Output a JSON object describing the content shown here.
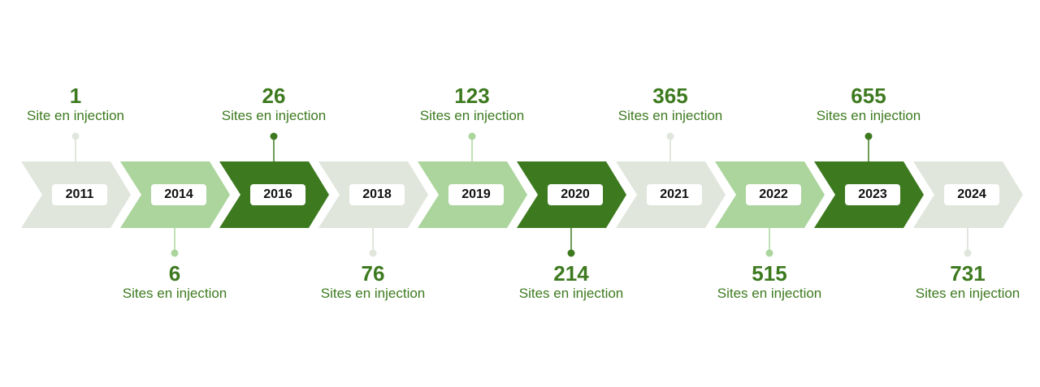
{
  "colors": {
    "light": "#e0e6dc",
    "mid": "#abd59c",
    "dark": "#3d7a1f",
    "text_green": "#3d7a1f",
    "label_text": "#111111"
  },
  "milestones": [
    {
      "year": "2011",
      "count": "1",
      "caption": "Site en injection",
      "position": "top",
      "shade": "light"
    },
    {
      "year": "2014",
      "count": "6",
      "caption": "Sites en injection",
      "position": "bottom",
      "shade": "mid"
    },
    {
      "year": "2016",
      "count": "26",
      "caption": "Sites en injection",
      "position": "top",
      "shade": "dark"
    },
    {
      "year": "2018",
      "count": "76",
      "caption": "Sites en injection",
      "position": "bottom",
      "shade": "light"
    },
    {
      "year": "2019",
      "count": "123",
      "caption": "Sites en injection",
      "position": "top",
      "shade": "mid"
    },
    {
      "year": "2020",
      "count": "214",
      "caption": "Sites en injection",
      "position": "bottom",
      "shade": "dark"
    },
    {
      "year": "2021",
      "count": "365",
      "caption": "Sites en injection",
      "position": "top",
      "shade": "light"
    },
    {
      "year": "2022",
      "count": "515",
      "caption": "Sites en injection",
      "position": "bottom",
      "shade": "mid"
    },
    {
      "year": "2023",
      "count": "655",
      "caption": "Sites en injection",
      "position": "top",
      "shade": "dark"
    },
    {
      "year": "2024",
      "count": "731",
      "caption": "Sites en injection",
      "position": "bottom",
      "shade": "light"
    }
  ]
}
